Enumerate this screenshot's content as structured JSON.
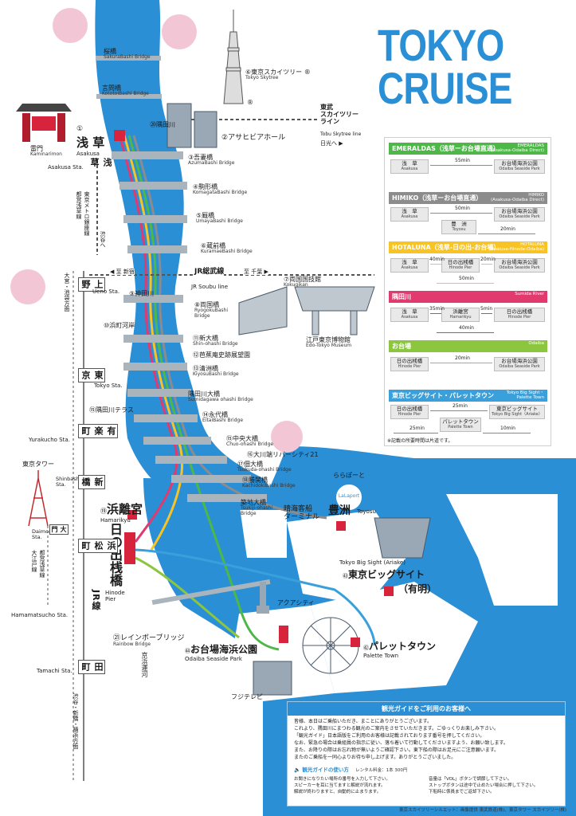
{
  "title": [
    "TOKYO",
    "CRUISE"
  ],
  "colors": {
    "river": "#2b8fd6",
    "river_light": "#9fd0f2",
    "accent_red": "#d7233c",
    "emeraldas": "#4db848",
    "himiko": "#8c8c8c",
    "hotaluna": "#f7c325",
    "sumida": "#e03a6e",
    "odaiba": "#8cc63f",
    "bigsight": "#3aa0dc"
  },
  "map_labels": {
    "sakura_bashi": {
      "ja": "桜橋",
      "en": "SakuraBashi Bridge"
    },
    "kototoi": {
      "ja": "言問橋",
      "en": "KototoiBashi Bridge"
    },
    "skytree": {
      "ja": "⑥東京スカイツリー ®",
      "en": "Tokyo Skytree"
    },
    "r_mark": "®",
    "tobu_line": {
      "ja": "東武\nスカイツリー\nライン",
      "en": "Tobu Skytree line",
      "dir": "日光へ ▶"
    },
    "asakusa_pier": {
      "num": "①",
      "ja": "浅 草",
      "en": "Asakusa"
    },
    "sumida_koen": "⑳隅田川",
    "asahi": "②アサヒビアホール",
    "kaminarimon": {
      "ja": "雷門",
      "en": "Kaminarimon"
    },
    "asakusa_sta": "Asakusa Sta.",
    "asakusa_sta_v": "浅\n草",
    "ginza_line": "東京メトロ銀座線\n都営浅草線",
    "shibuya_dir": "渋谷へ",
    "azuma": {
      "num": "③",
      "ja": "吾妻橋",
      "en": "AzumaBashi Bridge"
    },
    "komagata": {
      "num": "④",
      "ja": "駒形橋",
      "en": "KomagataBashi Bridge"
    },
    "umaya": {
      "num": "⑤",
      "ja": "厩橋",
      "en": "UmayaBashi Bridge"
    },
    "kuramae": {
      "num": "⑥",
      "ja": "蔵前橋",
      "en": "KuramaeBashi Bridge"
    },
    "jr_sobu": {
      "ja": "JR総武線",
      "en": "JR Soubu line",
      "left": "◀ 至 新宿",
      "right": "至 千葉 ▶"
    },
    "kokugikan": {
      "num": "⑦",
      "ja": "両国国技館",
      "en": "Kokugikan"
    },
    "ueno_sta": "Ueno Sta.",
    "ueno_v": "上\n野",
    "omiya_dir": "大宮・池袋方面",
    "kanda_river": "⑨神田川",
    "ryogoku": {
      "num": "⑧",
      "ja": "両国橋",
      "en": "RyogokuBashi\nBridge"
    },
    "hamacho": "⑩浜町河岸",
    "edo_museum": {
      "ja": "江戸東京博物館",
      "en": "Edo-Tokyo Museum"
    },
    "shin_ohashi": {
      "num": "⑪",
      "ja": "新大橋",
      "en": "Shin-ohashi Bridge"
    },
    "basho": "⑫芭蕉庵史跡展望園",
    "kiyosu": {
      "num": "⑬",
      "ja": "清洲橋",
      "en": "KiyosuBashi Bridge"
    },
    "tokyo_sta": "Tokyo Sta.",
    "tokyo_v": "東\n京",
    "sumida_ohashi": {
      "ja": "隅田川大橋",
      "en": "Sumidagawa ohashi Bridge"
    },
    "sumida_terrace": "⑮隅田川テラス",
    "eitai": {
      "num": "⑭",
      "ja": "永代橋",
      "en": "EitaiBashi Bridge"
    },
    "yurakucho_sta": "Yurakucho Sta.",
    "yurakucho_v": "有\n楽\n町",
    "chuo": {
      "num": "⑮",
      "ja": "中央大橋",
      "en": "Chuo-ohashi Bridge"
    },
    "river_city": "⑯大川端リバーシティ21",
    "tsukuda": {
      "num": "⑰",
      "ja": "佃大橋",
      "en": "Tsukuda-ohashi Bridge"
    },
    "kachidoki": {
      "num": "⑱",
      "ja": "勝鬨橋",
      "en": "KachidokiBashi Bridge"
    },
    "tokyo_tower": "東京タワー",
    "shinbashi_sta": "Shinbashi\nSta.",
    "shinbashi_v": "新\n橋",
    "hamarikyu": {
      "num": "⑲",
      "ja": "浜離宮",
      "en": "Hamarikyu"
    },
    "tsukiji": {
      "ja": "築地大橋",
      "en": "Tsukiji-ohashi\nBridge"
    },
    "harumi": "晴海客船\nターミナル",
    "lalaport": {
      "ja": "ららぽーと",
      "logo": "LaLaport"
    },
    "toyosu": {
      "ja": "豊洲",
      "en": "Toyosu"
    },
    "daimon_sta": "Daimon\nSta.",
    "daimon_v": "大\n門",
    "oedo_line": "都営浅草線\n大江戸線",
    "hinode": {
      "ja": "日の出桟橋",
      "en": "Hinode\nPier"
    },
    "hamamatsucho_v": "浜\n松\n町",
    "jr_line": "JR線",
    "hamamatsucho_sta": "Hamamatsucho Sta.",
    "bigsight": {
      "num": "㊸",
      "ja": "東京ビッグサイト",
      "sub": "（有明）",
      "en": "Tokyo Big Sight (Ariake)"
    },
    "aquacity": "アクアシティ",
    "rainbow": {
      "num": "㉑",
      "ja": "レインボーブリッジ",
      "en": "Rainbow Bridge"
    },
    "odaiba_park": {
      "num": "㊹",
      "ja": "お台場海浜公園",
      "en": "Odaiba Seaside Park"
    },
    "palette": {
      "num": "㊷",
      "ja": "パレットタウン",
      "en": "Palette Town"
    },
    "tamachi_sta": "Tamachi Sta.",
    "tamachi_v": "田\n町",
    "shibuya_yokohama": "渋谷・新橋・横浜方面",
    "keihin_canal": "京浜運河",
    "fuji_tv": "フジテレビ"
  },
  "routes": [
    {
      "key": "emeraldas",
      "title": "EMERALDAS（浅草ーお台場直通）",
      "en": "EMERALDAS\n(Asakusa-Odaiba Direct)",
      "color": "#4db848",
      "stops": [
        {
          "ja": "浅　草",
          "en": "Asakusa"
        },
        {
          "ja": "お台場海浜公園",
          "en": "Odaiba Seaside Park"
        }
      ],
      "legs": [
        "55min"
      ]
    },
    {
      "key": "himiko",
      "title": "HIMIKO（浅草ーお台場直通）",
      "en": "HIMIKO\n(Asakusa-Odaiba Direct)",
      "color": "#8c8c8c",
      "stops": [
        {
          "ja": "浅　草",
          "en": "Asakusa"
        },
        {
          "ja": "お台場海浜公園",
          "en": "Odaiba Seaside Park"
        },
        {
          "ja": "豊　洲",
          "en": "Toyosu"
        }
      ],
      "legs": [
        "50min",
        "20min"
      ]
    },
    {
      "key": "hotaluna",
      "title": "HOTALUNA（浅草-日の出-お台場）",
      "en": "HOTALUNA\n(Asakusa-Hinode-Odaiba)",
      "color": "#f7c325",
      "stops": [
        {
          "ja": "浅　草",
          "en": "Asakusa"
        },
        {
          "ja": "日の出桟橋",
          "en": "Hinode Pier"
        },
        {
          "ja": "お台場海浜公園",
          "en": "Odaiba Seaside Park"
        }
      ],
      "legs": [
        "40min",
        "20min",
        "50min"
      ]
    },
    {
      "key": "sumida",
      "title": "隅田川",
      "en": "Sumida River",
      "color": "#e03a6e",
      "stops": [
        {
          "ja": "浅　草",
          "en": "Asakusa"
        },
        {
          "ja": "浜離宮",
          "en": "Hamarikyu"
        },
        {
          "ja": "日の出桟橋",
          "en": "Hinode Pier"
        }
      ],
      "legs": [
        "35min",
        "5min",
        "40min"
      ]
    },
    {
      "key": "odaiba",
      "title": "お台場",
      "en": "Odaiba",
      "color": "#8cc63f",
      "stops": [
        {
          "ja": "日の出桟橋",
          "en": "Hinode Pier"
        },
        {
          "ja": "お台場海浜公園",
          "en": "Odaiba Seaside Park"
        }
      ],
      "legs": [
        "20min"
      ]
    },
    {
      "key": "bigsight",
      "title": "東京ビッグサイト・パレットタウン",
      "en": "Tokyo Big Sight・\nPalette Town",
      "color": "#3aa0dc",
      "stops": [
        {
          "ja": "日の出桟橋",
          "en": "Hinode Pier"
        },
        {
          "ja": "東京ビッグサイト",
          "en": "Tokyo Big Sight（Ariake）"
        },
        {
          "ja": "パレットタウン",
          "en": "Palette Town"
        }
      ],
      "legs": [
        "25min",
        "25min",
        "10min"
      ]
    }
  ],
  "footnote": "※記載の所要時間は片道です。",
  "guide": {
    "heading": "観光ガイドをご利用のお客様へ",
    "body": [
      "皆様、本日はご乗船いただき、まことにありがとうございます。",
      "これより、隅田川にまつわる観光のご案内をさせていただきます。ごゆっくりお楽しみ下さい。",
      "「観光ガイド」日本語版をご利用のお客様は記載されております番号を押してください。",
      "なお、緊急の場合は乗組員の指示に従い、落ち着いて行動してくださいますよう、お願い致します。",
      "また、お降りの際はお忘れ物が無いようご確認下さい。東下船の際はお足元にご注意願います。",
      "またのご乗船を一同心よりお待ち申し上げます。ありがとうございました。"
    ],
    "use_title": "観光ガイドの使い方",
    "rental": "レンタル料金：1本 300円",
    "cols": [
      "お聞きになりたい場所の番号を入力して下さい。\nスピーカーを耳に当てますと解説が流れます。\n解説が終わりますと、自動的に止まります。",
      "音量は「VOL」ボタンで調節して下さい。\nストップボタンは途中で止めたい場合に押して下さい。\n下船時に係員までご返却下さい。"
    ]
  },
  "credit": "東京スカイツリーシルエット：画像提供 東武鉄道(株)、東京タワー スカイツリー(株)"
}
